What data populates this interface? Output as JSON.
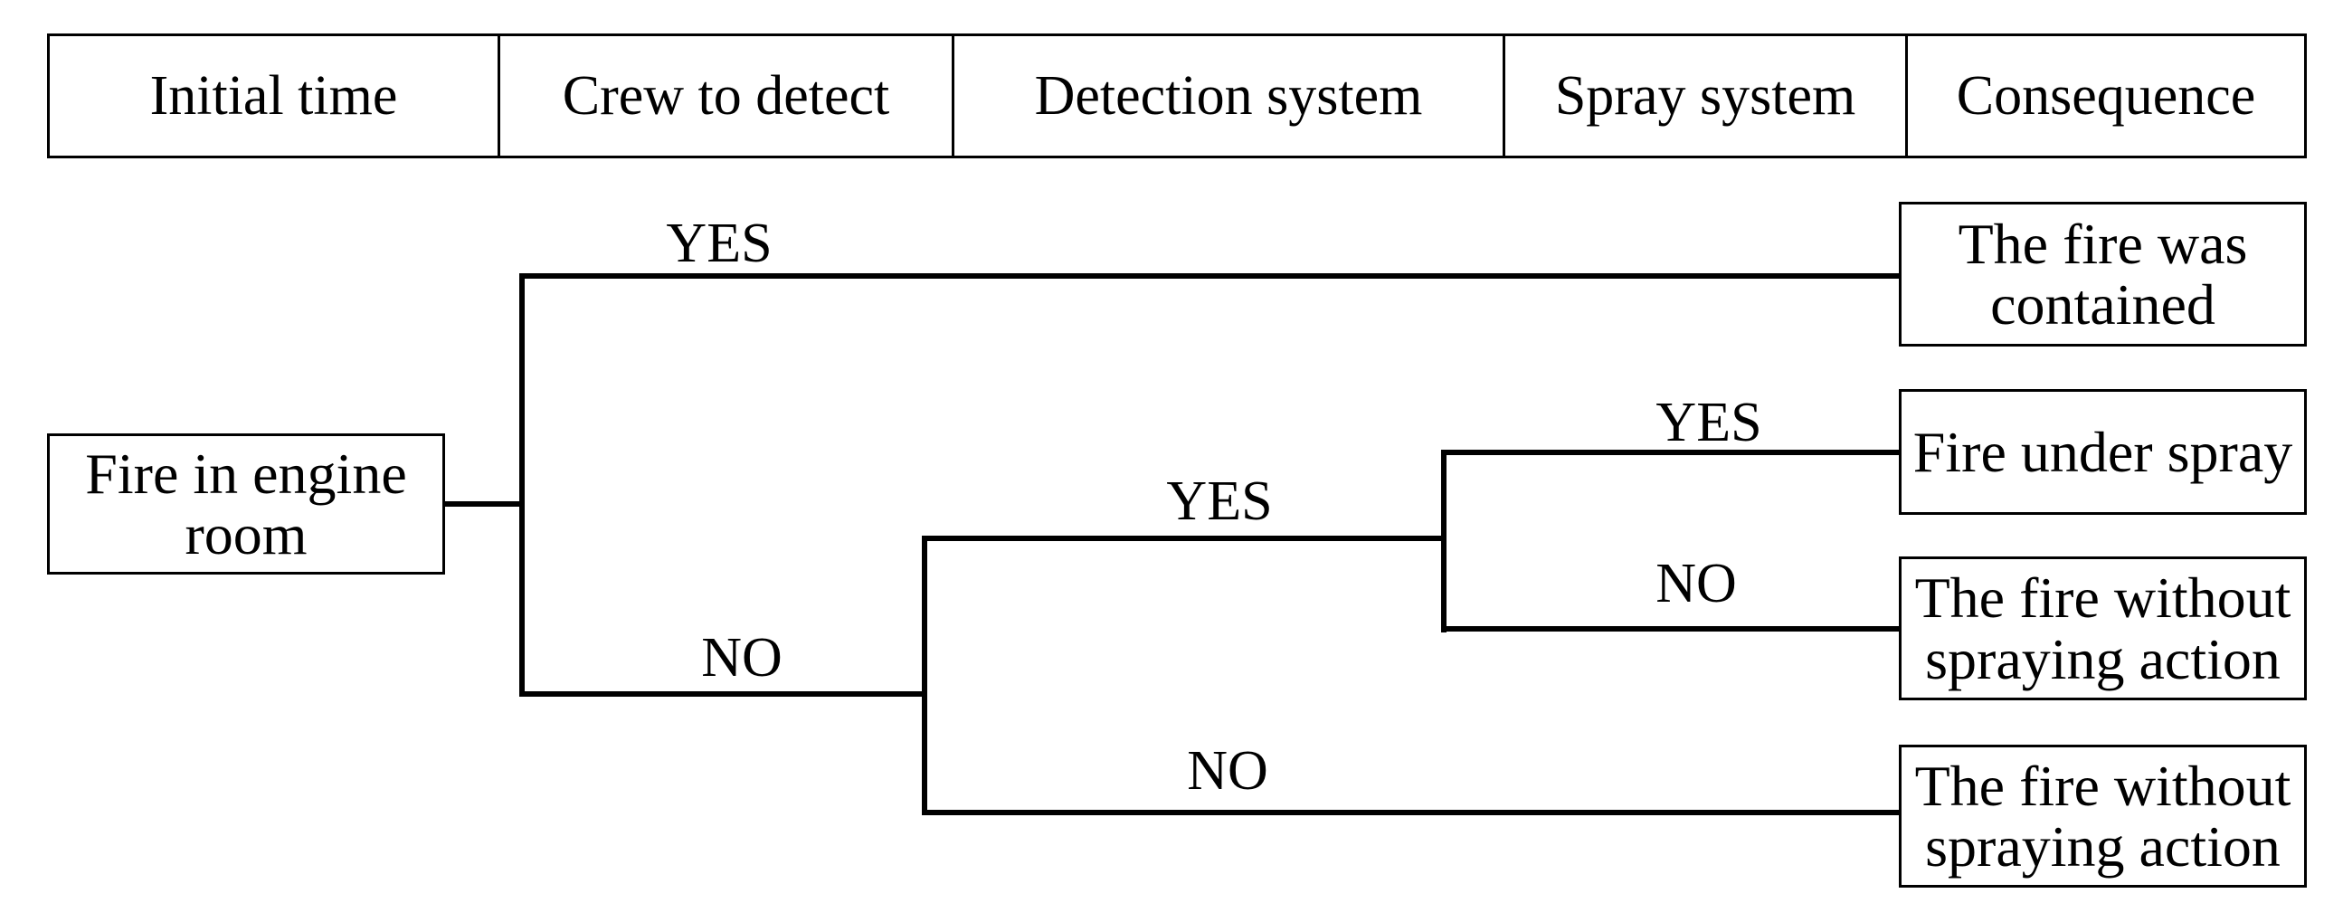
{
  "diagram": {
    "type": "event-tree",
    "columns": [
      "Initial time",
      "Crew to detect",
      "Detection system",
      "Spray system",
      "Consequence"
    ],
    "initiating_event": "Fire in engine\nroom",
    "branches": {
      "crew_yes": "YES",
      "crew_no": "NO",
      "detection_yes": "YES",
      "detection_no": "NO",
      "spray_yes": "YES",
      "spray_no": "NO"
    },
    "outcomes": [
      "The fire was\ncontained",
      "Fire under spray",
      "The fire without\nspraying action",
      "The fire without\nspraying action"
    ]
  },
  "colors": {
    "line": "#000000",
    "text": "#000000",
    "background": "#ffffff"
  }
}
